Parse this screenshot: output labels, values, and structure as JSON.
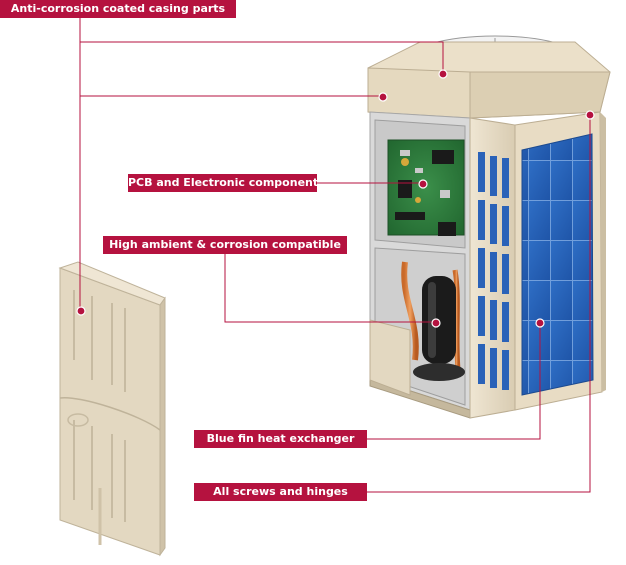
{
  "callouts": {
    "casing": "Anti-corrosion coated casing parts",
    "pcb": "PCB and Electronic components",
    "ambient": "High ambient & corrosion compatible",
    "fin": "Blue fin heat exchanger",
    "screws": "All screws and hinges"
  },
  "colors": {
    "accent": "#b5123f",
    "casing": "#e4d9c3",
    "fin": "#2a62b8"
  }
}
